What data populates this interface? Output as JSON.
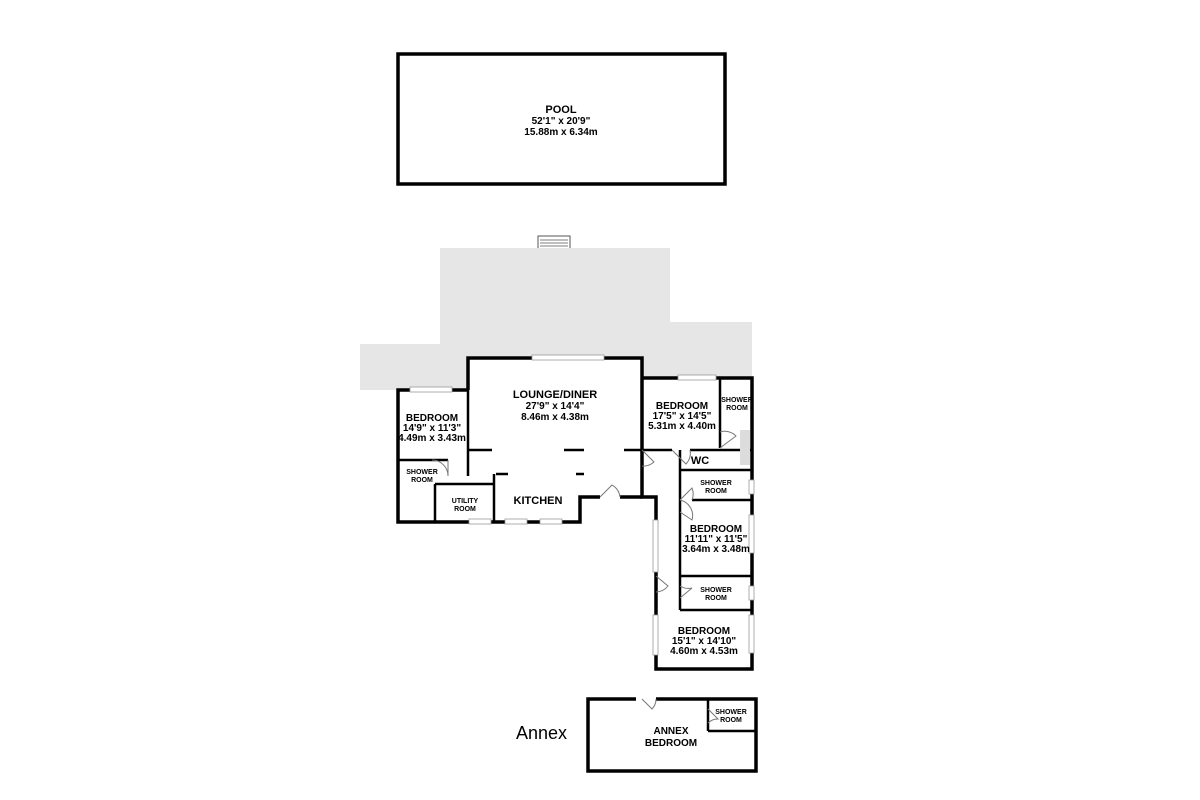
{
  "pool": {
    "name": "POOL",
    "dim_imperial": "52'1\"  x 20'9\"",
    "dim_metric": "15.88m  x 6.34m"
  },
  "lounge": {
    "name": "LOUNGE/DINER",
    "dim_imperial": "27'9\"  x 14'4\"",
    "dim_metric": "8.46m  x 4.38m"
  },
  "bedroom_west": {
    "name": "BEDROOM",
    "dim_imperial": "14'9\"  x 11'3\"",
    "dim_metric": "4.49m  x 3.43m"
  },
  "shower_west": {
    "line1": "SHOWER",
    "line2": "ROOM"
  },
  "utility": {
    "line1": "UTILITY",
    "line2": "ROOM"
  },
  "kitchen": {
    "name": "KITCHEN"
  },
  "bedroom_ne": {
    "name": "BEDROOM",
    "dim_imperial": "17'5\"  x 14'5\"",
    "dim_metric": "5.31m  x 4.40m"
  },
  "shower_ne": {
    "line1": "SHOWER",
    "line2": "ROOM"
  },
  "wc": {
    "name": "WC"
  },
  "shower_mid": {
    "line1": "SHOWER",
    "line2": "ROOM"
  },
  "bedroom_mid": {
    "name": "BEDROOM",
    "dim_imperial": "11'11\"  x 11'5\"",
    "dim_metric": "3.64m  x 3.48m"
  },
  "shower_low": {
    "line1": "SHOWER",
    "line2": "ROOM"
  },
  "bedroom_south": {
    "name": "BEDROOM",
    "dim_imperial": "15'1\"  x 14'10\"",
    "dim_metric": "4.60m  x 4.53m"
  },
  "annex": {
    "caption": "Annex",
    "line1": "ANNEX",
    "line2": "BEDROOM",
    "shower_line1": "SHOWER",
    "shower_line2": "ROOM"
  }
}
